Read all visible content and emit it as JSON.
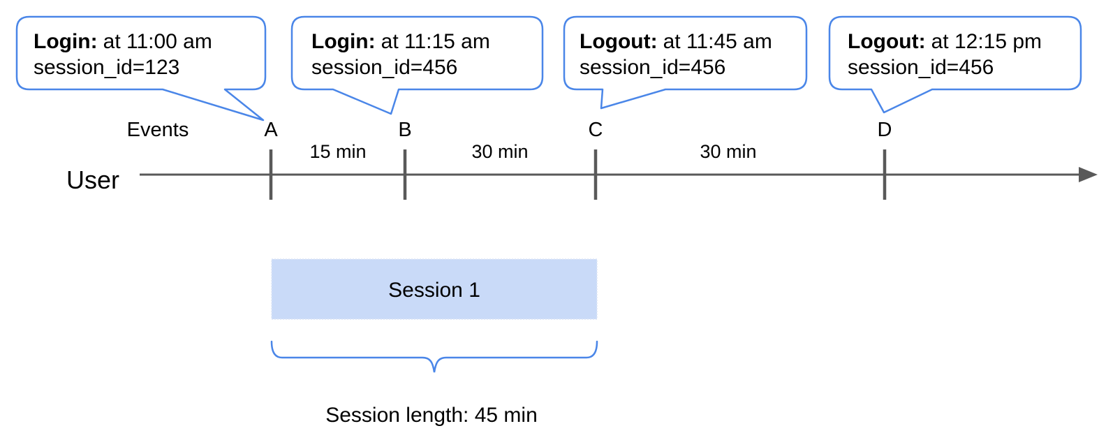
{
  "callouts": [
    {
      "event": "A",
      "action": "Login:",
      "time": "at 11:00 am",
      "session_id": "session_id=123"
    },
    {
      "event": "B",
      "action": "Login:",
      "time": "at 11:15 am",
      "session_id": "session_id=456"
    },
    {
      "event": "C",
      "action": "Logout:",
      "time": "at 11:45 am",
      "session_id": "session_id=456"
    },
    {
      "event": "D",
      "action": "Logout:",
      "time": "at 12:15 pm",
      "session_id": "session_id=456"
    }
  ],
  "timeline": {
    "events_label": "Events",
    "user_label": "User",
    "event_letters": [
      "A",
      "B",
      "C",
      "D"
    ],
    "intervals": [
      "15 min",
      "30 min",
      "30 min"
    ]
  },
  "session": {
    "label": "Session 1",
    "length_label": "Session length: 45 min"
  },
  "colors": {
    "callout_blue": "#4a86e8",
    "session_fill": "#c9daf8",
    "timeline_gray": "#595959",
    "text_black": "#000000"
  }
}
